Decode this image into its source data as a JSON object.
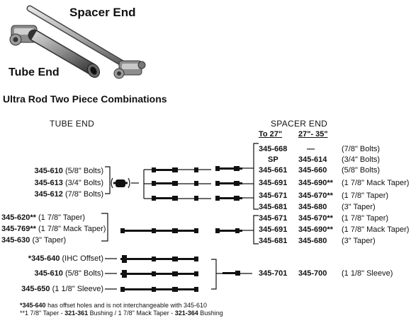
{
  "illustration": {
    "spacer_end_label": "Spacer End",
    "tube_end_label": "Tube End"
  },
  "title": "Ultra Rod Two Piece Combinations",
  "headers": {
    "tube_end": "TUBE END",
    "spacer_end": "SPACER END",
    "to27": "To 27\"",
    "r27_35": "27\"- 35\""
  },
  "tube_group1": [
    {
      "part": "345-610",
      "desc": "(5/8\" Bolts)"
    },
    {
      "part": "345-613",
      "desc": "(3/4\" Bolts)"
    },
    {
      "part": "345-612",
      "desc": "(7/8\" Bolts)"
    }
  ],
  "tube_group2": [
    {
      "part": "345-620**",
      "desc": "(1 7/8\" Taper)"
    },
    {
      "part": "345-769**",
      "desc": "(1 7/8\" Mack Taper)"
    },
    {
      "part": "345-630",
      "desc": "(3\" Taper)"
    }
  ],
  "tube_group3": [
    {
      "part": "*345-640",
      "desc": "(IHC Offset)"
    },
    {
      "part": "345-610",
      "desc": "(5/8\" Bolts)"
    },
    {
      "part": "345-650",
      "desc": "(1 1/8\" Sleeve)"
    }
  ],
  "spacer_rows": [
    {
      "to27": "345-668",
      "r27": "—",
      "desc": "(7/8\" Bolts)"
    },
    {
      "to27": "SP",
      "r27": "345-614",
      "desc": "(3/4\" Bolts)"
    },
    {
      "to27": "345-661",
      "r27": "345-660",
      "desc": "(5/8\" Bolts)"
    },
    {
      "to27": "345-691",
      "r27": "345-690**",
      "desc": "(1 7/8\" Mack Taper)"
    },
    {
      "to27": "345-671",
      "r27": "345-670**",
      "desc": "(1 7/8\" Taper)"
    },
    {
      "to27": "345-681",
      "r27": "345-680",
      "desc": "(3\" Taper)"
    },
    {
      "to27": "345-671",
      "r27": "345-670**",
      "desc": "(1 7/8\" Taper)"
    },
    {
      "to27": "345-691",
      "r27": "345-690**",
      "desc": "(1 7/8\" Mack Taper)"
    },
    {
      "to27": "345-681",
      "r27": "345-680",
      "desc": "(3\" Taper)"
    },
    {
      "to27": "345-701",
      "r27": "345-700",
      "desc": "(1 1/8\" Sleeve)"
    }
  ],
  "footnotes": {
    "note1_part": "*345-640",
    "note1_text": "has offset holes and is not interchangeable with 345-610",
    "note2_a": "**1 7/8\" Taper - ",
    "note2_b": "321-361",
    "note2_c": " Bushing / 1 7/8\" Mack Taper - ",
    "note2_d": "321-364",
    "note2_e": " Bushing"
  }
}
